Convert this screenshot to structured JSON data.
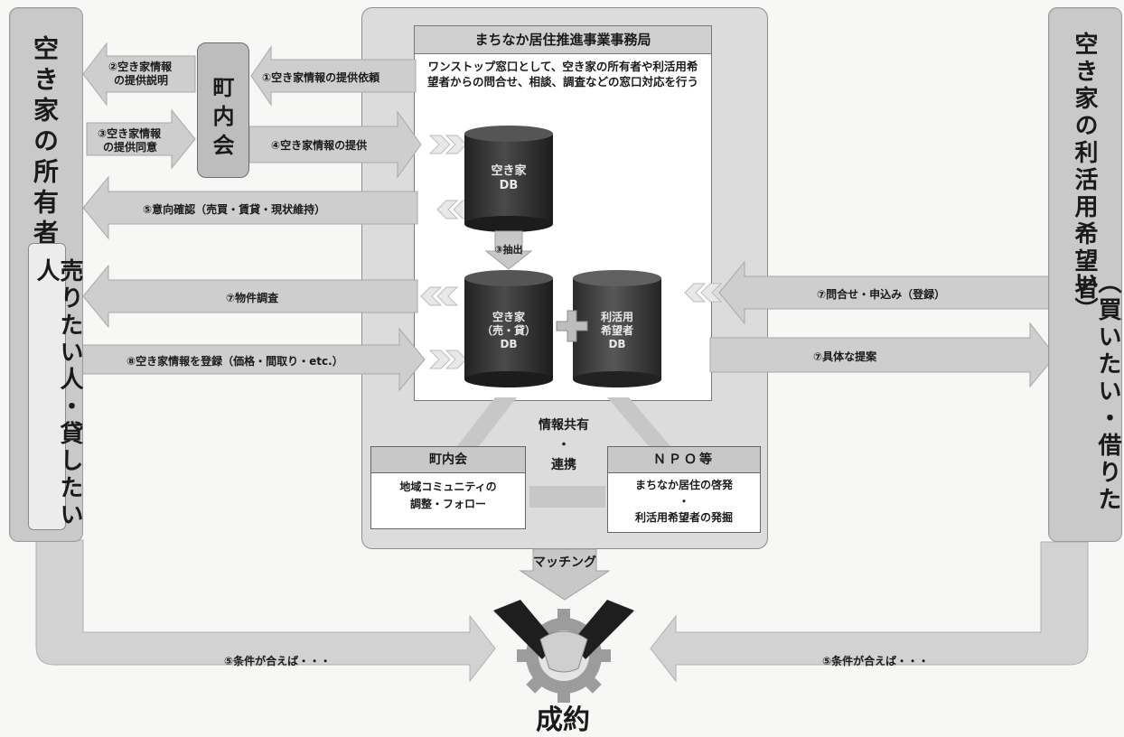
{
  "owner": {
    "title": "空き家の所有者",
    "sub": "売りたい人・貸したい人"
  },
  "user": {
    "title": "空き家の利活用希望者",
    "sub": "（買いたい・借りたい）"
  },
  "chonaikai": {
    "label": "町内会"
  },
  "office": {
    "title": "まちなか居住推進事業事務局",
    "description": "ワンストップ窓口として、空き家の所有者や利活用希望者からの問合せ、相談、調査などの窓口対応を行う"
  },
  "databases": {
    "akiya": [
      "空き家",
      "DB"
    ],
    "akiya_sale": [
      "空き家",
      "（売・貸）",
      "DB"
    ],
    "user_db": [
      "利活用",
      "希望者",
      "DB"
    ],
    "extract_label": "③抽出"
  },
  "arrows": {
    "a1": "①空き家情報の提供依頼",
    "a2": [
      "②空き家情報",
      "の提供説明"
    ],
    "a3": [
      "③空き家情報",
      "の提供同意"
    ],
    "a4": "④空き家情報の提供",
    "a5": "⑤意向確認（売買・賃貸・現状維持）",
    "a6": "⑦物件調査",
    "a7": "⑧空き家情報を登録（価格・間取り・etc.）",
    "r1": "⑦問合せ・申込み（登録）",
    "r2": "⑦具体な提案",
    "bottom_left": "⑤条件が合えば・・・",
    "bottom_right": "⑤条件が合えば・・・"
  },
  "info_share": {
    "line1": "情報共有",
    "dot": "・",
    "line2": "連携"
  },
  "chonaikai_box": {
    "title": "町内会",
    "body": [
      "地域コミュニティの",
      "調整・フォロー"
    ]
  },
  "npo_box": {
    "title": "ＮＰＯ等",
    "body": [
      "まちなか居住の啓発",
      "・",
      "利活用希望者の発掘"
    ]
  },
  "matching": "マッチング",
  "result": "成約",
  "colors": {
    "panel": "#dcdcdc",
    "arrow": "#cfcfcf",
    "db_dark": "#3a3a3a",
    "handshake": "#1e1e1e"
  }
}
